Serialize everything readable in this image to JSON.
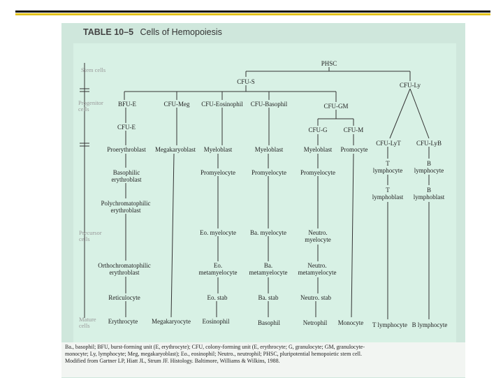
{
  "table": {
    "label": "TABLE 10–5",
    "title": "Cells of Hemopoiesis"
  },
  "stages": {
    "stem": "Stem cells",
    "progenitor": [
      "Progenitor",
      "cells"
    ],
    "precursor": [
      "Precursor",
      "cells"
    ],
    "mature": [
      "Mature",
      "cells"
    ]
  },
  "nodes": {
    "phsc": "PHSC",
    "cfu_s": "CFU-S",
    "cfu_ly": "CFU-Ly",
    "bfu_e": "BFU-E",
    "cfu_meg": "CFU-Meg",
    "cfu_eos": "CFU-Eosinophil",
    "cfu_baso": "CFU-Basophil",
    "cfu_gm": "CFU-GM",
    "cfu_e": "CFU-E",
    "cfu_g": "CFU-G",
    "cfu_m": "CFU-M",
    "cfu_lyt": "CFU-LyT",
    "cfu_lyb": "CFU-LyB",
    "proerythroblast": "Proerythroblast",
    "megakaryoblast": "Megakaryoblast",
    "myeloblast_eo": "Myeloblast",
    "myeloblast_ba": "Myeloblast",
    "myeloblast_ne": "Myeloblast",
    "promocyte": "Promocyte",
    "t_lymph_1": [
      "T",
      "lymphocyte"
    ],
    "b_lymph_1": [
      "B",
      "lymphocyte"
    ],
    "basophilic_erythroblast": [
      "Basophilic",
      "erythroblast"
    ],
    "promyelocyte_eo": "Promyelocyte",
    "promyelocyte_ba": "Promyelocyte",
    "promyelocyte_ne": "Promyelocyte",
    "t_lymphoblast": [
      "T",
      "lymphoblast"
    ],
    "b_lymphoblast": [
      "B",
      "lymphoblast"
    ],
    "polychromatophilic": [
      "Polychromatophilic",
      "erythroblast"
    ],
    "eo_myelocyte": "Eo. myelocyte",
    "ba_myelocyte": "Ba. myelocyte",
    "neutro_myelocyte": [
      "Neutro.",
      "myelocyte"
    ],
    "orthochromatophilic": [
      "Orthochromatophilic",
      "erythroblast"
    ],
    "eo_metamyelocyte": [
      "Eo.",
      "metamyelocyte"
    ],
    "ba_metamyelocyte": [
      "Ba.",
      "metamyelocyte"
    ],
    "neutro_metamyelocyte": [
      "Neutro.",
      "metamyelocyte"
    ],
    "reticulocyte": "Reticulocyte",
    "eo_stab": "Eo. stab",
    "ba_stab": "Ba. stab",
    "neutro_stab": "Neutro. stab",
    "erythrocyte": "Erythrocyte",
    "megakaryocyte": "Megakaryocyte",
    "eosinophil": "Eosinophil",
    "basophil": "Basophil",
    "netrophil": "Netrophil",
    "monocyte": "Monocyte",
    "t_lymphocyte": "T lymphocyte",
    "b_lymphocyte": "B lymphocyte"
  },
  "footnote": {
    "line1": "Ba., basophil; BFU, burst-forming unit (E, erythrocyte); CFU, colony-forming unit (E, erythrocyte; G, granulocyte; GM, granulocyte-",
    "line2": "monocyte; Ly, lymphocyte; Meg, megakaryoblast); Eo., eosinophil; Neutro., neutrophil; PHSC, pluripotential hemopoietic stem cell.",
    "line3": "Modified from Gartner LP, Hiatt JL, Strum JF. Histology. Baltimore, Williams & Wilkins, 1988."
  }
}
